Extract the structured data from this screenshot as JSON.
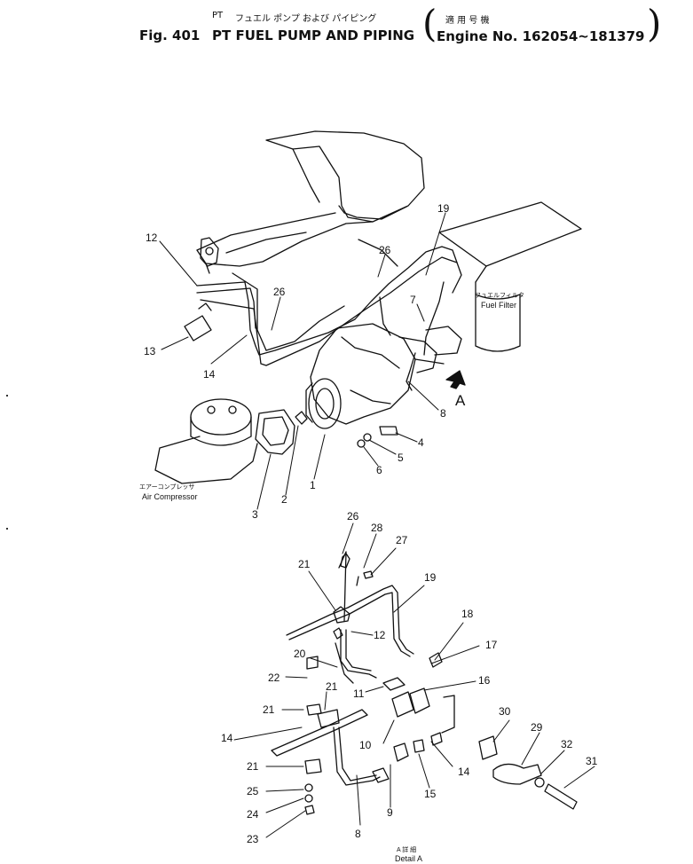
{
  "header": {
    "jp_prefix": "PT",
    "jp_title": "フュエル ポンプ および パイピング",
    "jp_applicable": "適 用 号 機",
    "fig_label": "Fig. 401",
    "en_title": "PT FUEL PUMP AND PIPING",
    "engine_label": "Engine No. 162054~181379"
  },
  "labels": {
    "fuel_filter_jp": "フュエルフィルタ",
    "fuel_filter": "Fuel Filter",
    "air_compressor_jp": "エアーコンプレッサ",
    "air_compressor": "Air Compressor",
    "view_arrow": "A",
    "detail_jp": "A 詳 細",
    "detail": "Detail A"
  },
  "callouts": {
    "c1": "1",
    "c2": "2",
    "c3": "3",
    "c4": "4",
    "c5": "5",
    "c6": "6",
    "c7": "7",
    "c8_top": "8",
    "c12_top": "12",
    "c13": "13",
    "c14_top": "14",
    "c19_top": "19",
    "c26_top_a": "26",
    "c26_top_b": "26",
    "c26_d": "26",
    "c28": "28",
    "c27": "27",
    "c21_a": "21",
    "c19_d": "19",
    "c18": "18",
    "c12_d": "12",
    "c17": "17",
    "c20": "20",
    "c16": "16",
    "c22": "22",
    "c11": "11",
    "c21_b": "21",
    "c21_c": "21",
    "c30": "30",
    "c10": "10",
    "c29": "29",
    "c32": "32",
    "c14_d": "14",
    "c31": "31",
    "c21_d": "21",
    "c15": "15",
    "c25": "25",
    "c24": "24",
    "c9": "9",
    "c23": "23",
    "c8_d": "8"
  }
}
